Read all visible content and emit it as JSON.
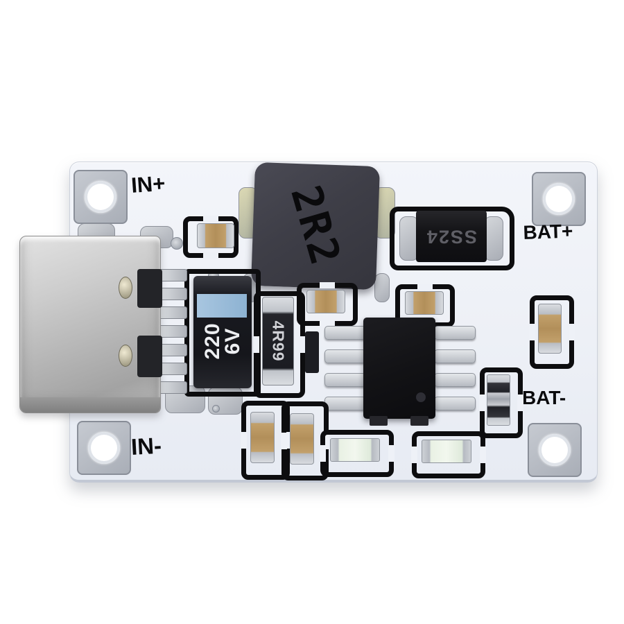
{
  "module": {
    "labels": {
      "input_positive": "IN+",
      "input_negative": "IN-",
      "battery_positive": "BAT+",
      "battery_negative": "BAT-"
    },
    "markings": {
      "inductor": "2R2",
      "diode": "SS24",
      "capacitor_value": "220",
      "capacitor_voltage": "6V",
      "resistor": "4R99"
    },
    "colors": {
      "background": "#ffffff",
      "board": "#eef1f7",
      "silkscreen": "#0d0d0f",
      "inductor_body": "#3f3f48",
      "ic_body": "#121215",
      "diode_body": "#1a1a1e",
      "tantalum_body": "#15161b",
      "tantalum_stripe": "#93b9d8",
      "ceramic_tan": "#c2a06b",
      "metal_silver": "#c6c9ce"
    }
  }
}
